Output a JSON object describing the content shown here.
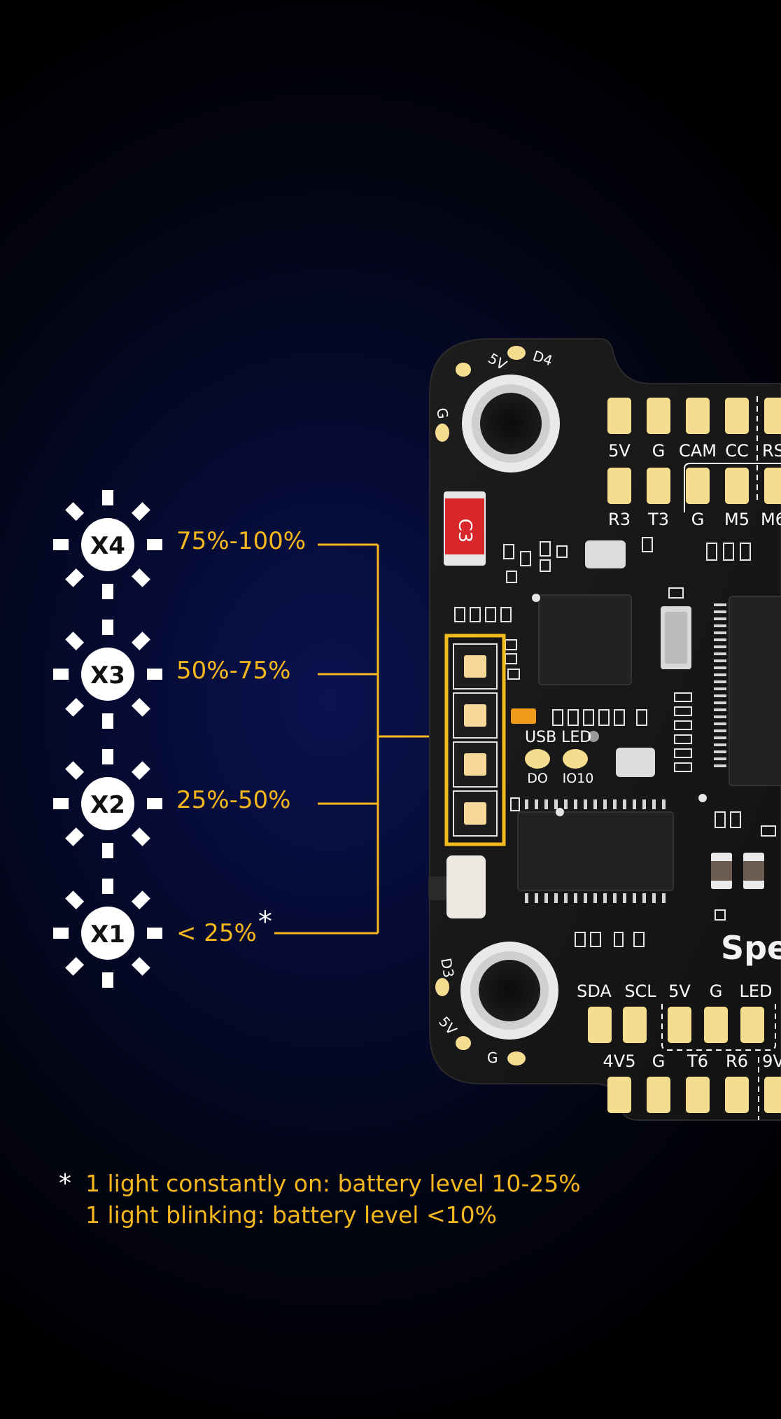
{
  "levels": [
    {
      "id": "X4",
      "range": "75%-100%"
    },
    {
      "id": "X3",
      "range": "50%-75%"
    },
    {
      "id": "X2",
      "range": "25%-50%"
    },
    {
      "id": "X1",
      "range": "< 25%",
      "marker": "*"
    }
  ],
  "footnote": {
    "marker": "*",
    "line1": "1 light constantly on: battery level 10-25%",
    "line2": "1 light blinking: battery level <10%"
  },
  "board": {
    "top_mount_labels": [
      "5V",
      "D4",
      "G"
    ],
    "bottom_mount_labels": [
      "D3",
      "5V",
      "G"
    ],
    "fuse_label": "C3",
    "pad_row1_top": [
      "5V",
      "G",
      "CAM",
      "CC",
      "RS"
    ],
    "pad_row2_top": [
      "R3",
      "T3",
      "G",
      "M5",
      "M6"
    ],
    "pad_row1_bottom": [
      "SDA",
      "SCL",
      "5V",
      "G",
      "LED"
    ],
    "pad_row2_bottom": [
      "4V5",
      "G",
      "T6",
      "R6",
      "9V"
    ],
    "led_label": "USB LED",
    "io_labels": [
      "DO",
      "IO10"
    ],
    "brand_fragment": "Spe"
  },
  "colors": {
    "accent": "#f7b81e",
    "pad_gold": "#f6dc8e",
    "board_dark": "#161616",
    "text_white": "#ffffff"
  }
}
